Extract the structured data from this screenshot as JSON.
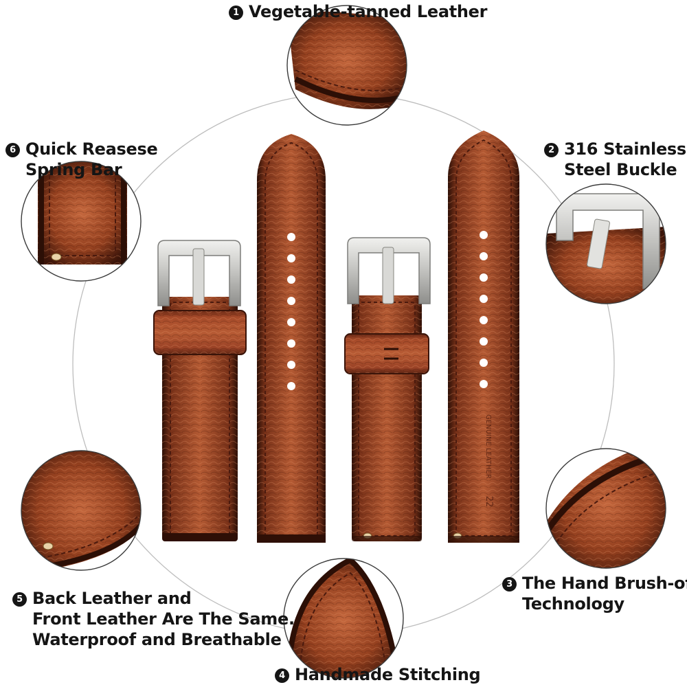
{
  "features": [
    {
      "number": "1",
      "lines": [
        "Vegetable-tanned Leather"
      ]
    },
    {
      "number": "2",
      "lines": [
        "316 Stainless",
        "Steel Buckle"
      ]
    },
    {
      "number": "3",
      "lines": [
        "The Hand Brush-off",
        "Technology"
      ]
    },
    {
      "number": "4",
      "lines": [
        "Handmade Stitching"
      ]
    },
    {
      "number": "5",
      "lines": [
        "Back Leather and",
        "Front Leather Are The Same.",
        "Waterproof and Breathable"
      ]
    },
    {
      "number": "6",
      "lines": [
        "Quick Reasese",
        "Spring Bar"
      ]
    }
  ],
  "strap_markings": {
    "size": "22",
    "stamp": "GENUINE LEATHER"
  },
  "colors": {
    "leather_light": "#b0552f",
    "leather_mid": "#8a3a22",
    "leather_dark": "#3a1409",
    "stitch": "#4a1a0e",
    "steel": "#c9c9c7",
    "ring": "#bdbdbd"
  },
  "icons": [
    "number-badge-icon",
    "buckle-icon",
    "spring-bar-icon"
  ]
}
